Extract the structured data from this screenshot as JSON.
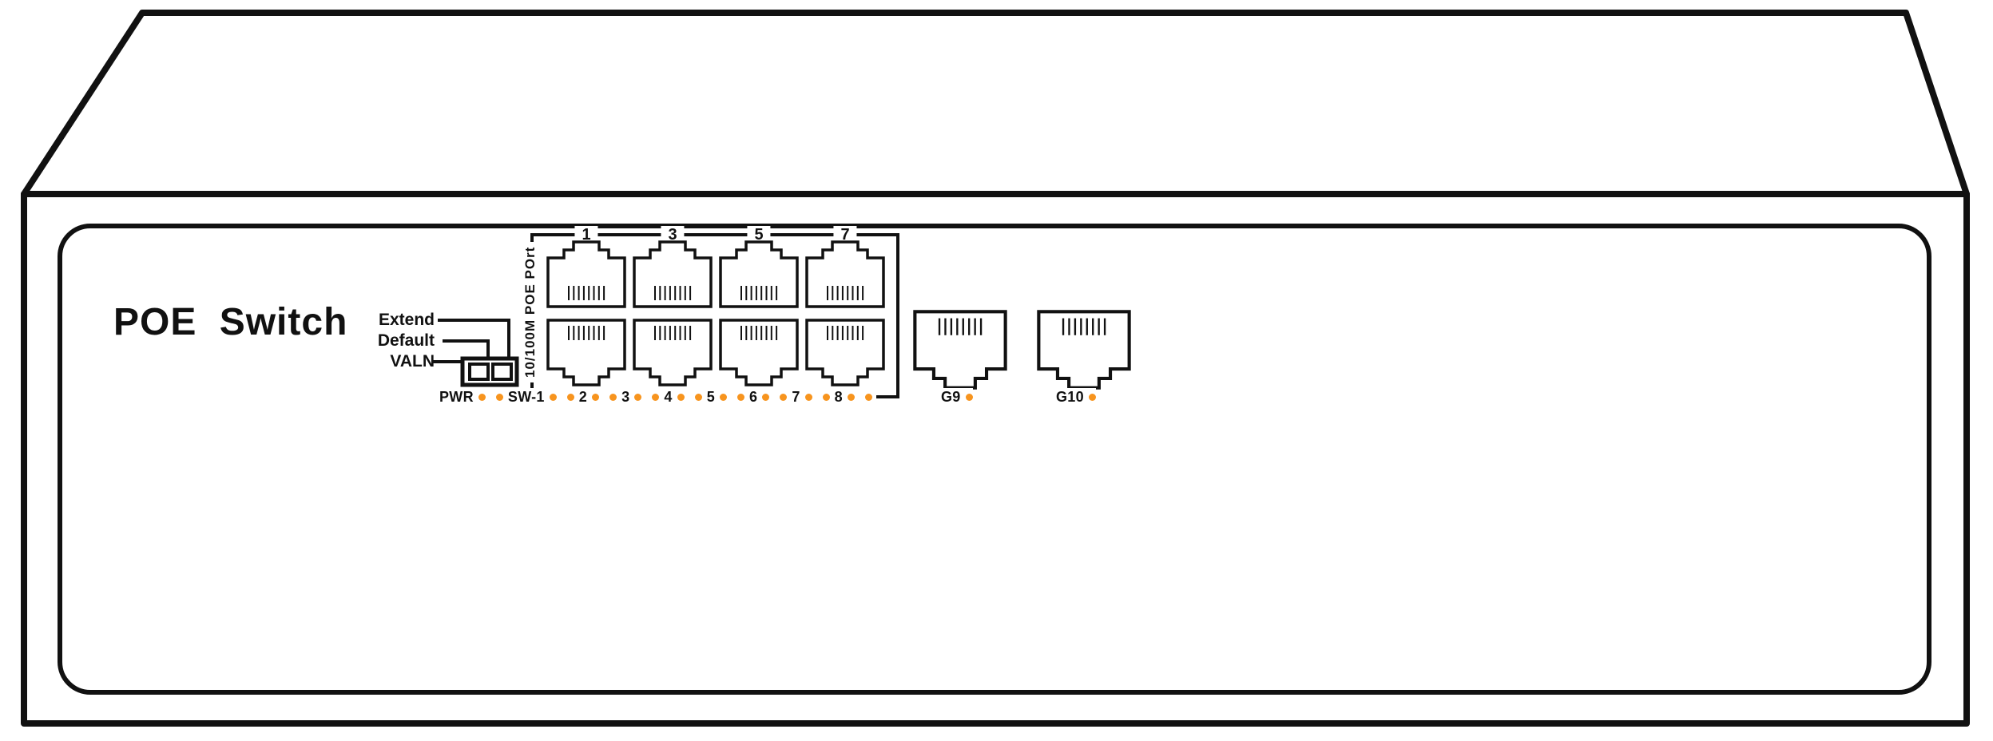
{
  "device": {
    "title": "POE Switch",
    "dip": {
      "labels": [
        "Extend",
        "Default",
        "VALN"
      ]
    },
    "port_group": {
      "vertical_label": "10/100M POE POrt",
      "top_numbers": [
        "1",
        "3",
        "5",
        "7"
      ],
      "bottom_numbers": [
        "2",
        "4",
        "6",
        "8"
      ],
      "uplinks": [
        {
          "label": "G9"
        },
        {
          "label": "G10"
        }
      ]
    },
    "led_row": {
      "groups": [
        {
          "pre": 0,
          "label": "PWR",
          "post": 1
        },
        {
          "pre": 1,
          "label": "SW-1",
          "post": 1
        },
        {
          "pre": 1,
          "label": "2",
          "post": 1
        },
        {
          "pre": 1,
          "label": "3",
          "post": 1
        },
        {
          "pre": 1,
          "label": "4",
          "post": 1
        },
        {
          "pre": 1,
          "label": "5",
          "post": 1
        },
        {
          "pre": 1,
          "label": "6",
          "post": 1
        },
        {
          "pre": 1,
          "label": "7",
          "post": 1
        },
        {
          "pre": 1,
          "label": "8",
          "post": 1
        },
        {
          "pre": 1,
          "label": "",
          "post": 0
        }
      ]
    },
    "colors": {
      "line": "#111111",
      "led": "#F7941E",
      "body": "#FFFFFF"
    }
  }
}
